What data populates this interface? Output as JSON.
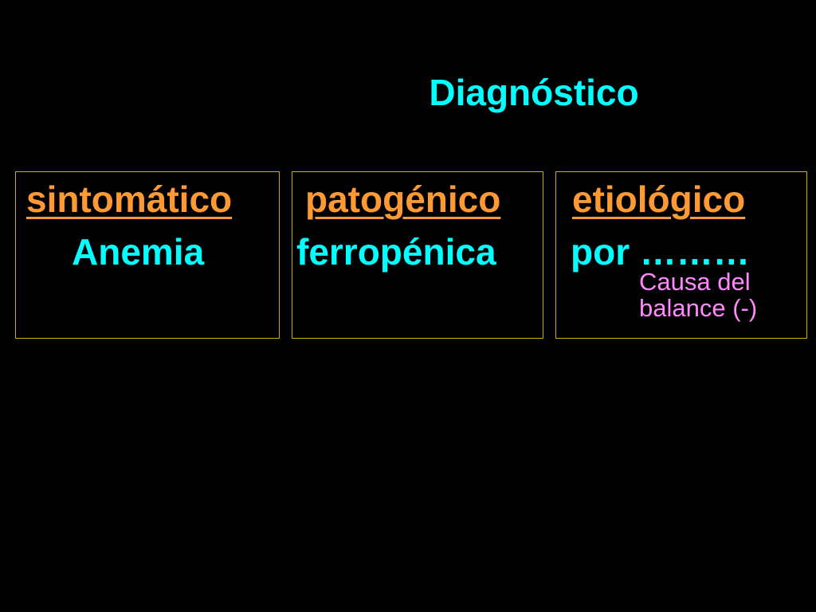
{
  "slide": {
    "title": "Diagnóstico",
    "columns": [
      {
        "heading": "sintomático",
        "value": "Anemia"
      },
      {
        "heading": "patogénico",
        "value": "ferropénica"
      },
      {
        "heading": "etiológico",
        "value": "por ………"
      }
    ],
    "note": {
      "line1": "Causa del",
      "line2": "balance (-)"
    }
  },
  "colors": {
    "background": "#000000",
    "title": "#00ffff",
    "heading": "#ff9933",
    "value": "#00ffff",
    "note": "#ff88ff",
    "box_border": "#c8b400"
  }
}
